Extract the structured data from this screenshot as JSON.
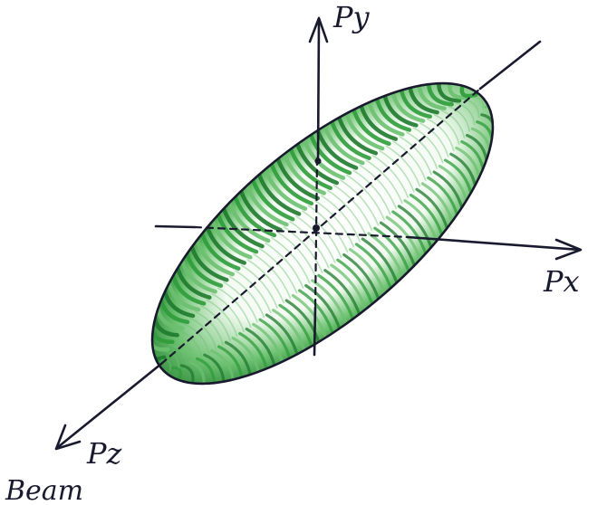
{
  "labels": {
    "py": "Py",
    "px": "Px",
    "pz": "Pz",
    "beam": "Beam"
  },
  "colors": {
    "ink": "#1a1a2e",
    "green_dark": "#1e7a2c",
    "green_mid": "#2e9c3a",
    "green_light": "#6cc070",
    "background": "#ffffff"
  }
}
